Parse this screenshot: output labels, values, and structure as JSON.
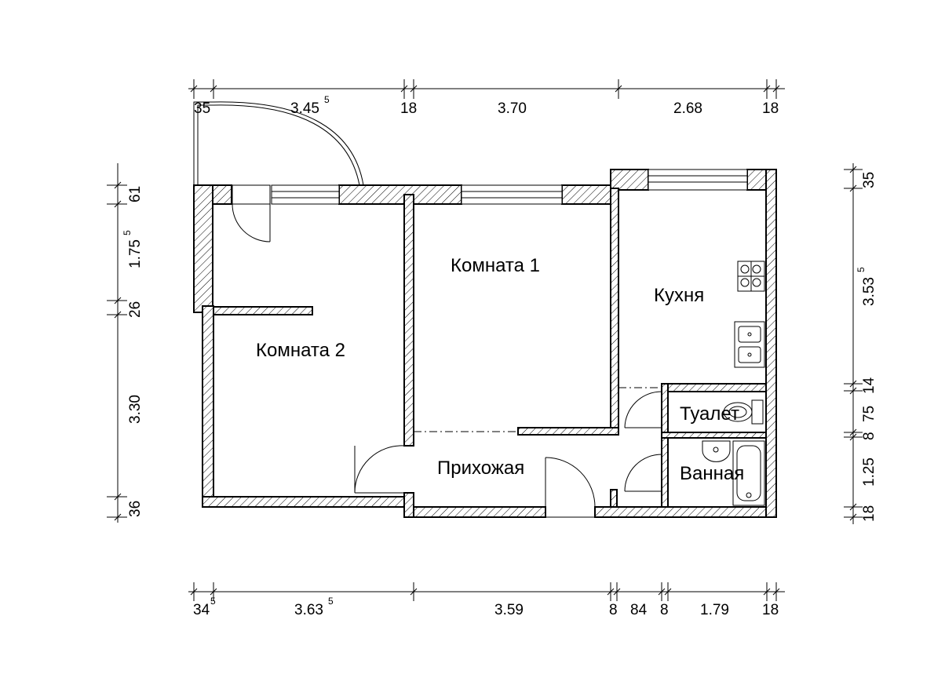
{
  "rooms": {
    "room1": "Комната 1",
    "room2": "Комната 2",
    "kitchen": "Кухня",
    "hallway": "Прихожая",
    "toilet": "Туалет",
    "bathroom": "Ванная"
  },
  "dimensions": {
    "top": {
      "d1": "35",
      "d2_main": "3.45",
      "d2_sup": "5",
      "d3": "18",
      "d4": "3.70",
      "d5": "2.68",
      "d6": "18"
    },
    "bottom": {
      "d1_main": "34",
      "d1_sup": "5",
      "d2_main": "3.63",
      "d2_sup": "5",
      "d3": "3.59",
      "d4": "8",
      "d5": "84",
      "d6": "8",
      "d7": "1.79",
      "d8": "18"
    },
    "left": {
      "d1": "61",
      "d2_main": "1.75",
      "d2_sup": "5",
      "d3": "26",
      "d4": "3.30",
      "d5": "36"
    },
    "right": {
      "d1": "35",
      "d2_main": "3.53",
      "d2_sup": "5",
      "d3": "14",
      "d4": "75",
      "d5": "8",
      "d6": "1.25",
      "d7": "18"
    }
  }
}
